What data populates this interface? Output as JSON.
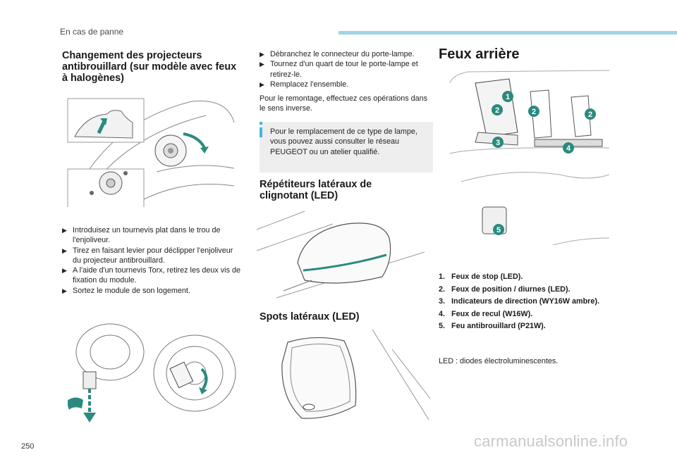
{
  "header": {
    "section": "En cas de panne"
  },
  "col1": {
    "title": "Changement des projecteurs antibrouillard (sur modèle avec feux à halogènes)",
    "steps": [
      "Introduisez un tournevis plat dans le trou de l'enjoliveur.",
      "Tirez en faisant levier pour déclipper l'enjoliveur du projecteur antibrouillard.",
      "A l'aide d'un tournevis Torx, retirez les deux vis de fixation du module.",
      "Sortez le module de son logement."
    ]
  },
  "col2": {
    "steps": [
      "Débranchez le connecteur du porte-lampe.",
      "Tournez d'un quart de tour le porte-lampe et retirez-le.",
      "Remplacez l'ensemble."
    ],
    "remount": "Pour le remontage, effectuez ces opérations dans le sens inverse.",
    "info": "Pour le remplacement de ce type de lampe, vous pouvez aussi consulter le réseau PEUGEOT ou un atelier qualifié.",
    "repeaters_title": "Répétiteurs latéraux de clignotant (LED)",
    "spots_title": "Spots latéraux (LED)"
  },
  "col3": {
    "title": "Feux arrière",
    "callouts": [
      "1",
      "2",
      "2",
      "2",
      "3",
      "4",
      "5"
    ],
    "legend": [
      {
        "num": "1.",
        "text": "Feux de stop (LED)."
      },
      {
        "num": "2.",
        "text": "Feux de position / diurnes (LED)."
      },
      {
        "num": "3.",
        "text": "Indicateurs de direction (WY16W ambre)."
      },
      {
        "num": "4.",
        "text": "Feux de recul (W16W)."
      },
      {
        "num": "5.",
        "text": "Feu antibrouillard (P21W)."
      }
    ],
    "led_note": "LED : diodes électroluminescentes."
  },
  "footer": {
    "page_number": "250",
    "watermark": "carmanualsonline.info"
  },
  "colors": {
    "accent": "#4ab4d8",
    "callout": "#2a8a7e",
    "header_bar": "#9fd3e6"
  },
  "bullet_icon": "arrow-bullet-icon"
}
